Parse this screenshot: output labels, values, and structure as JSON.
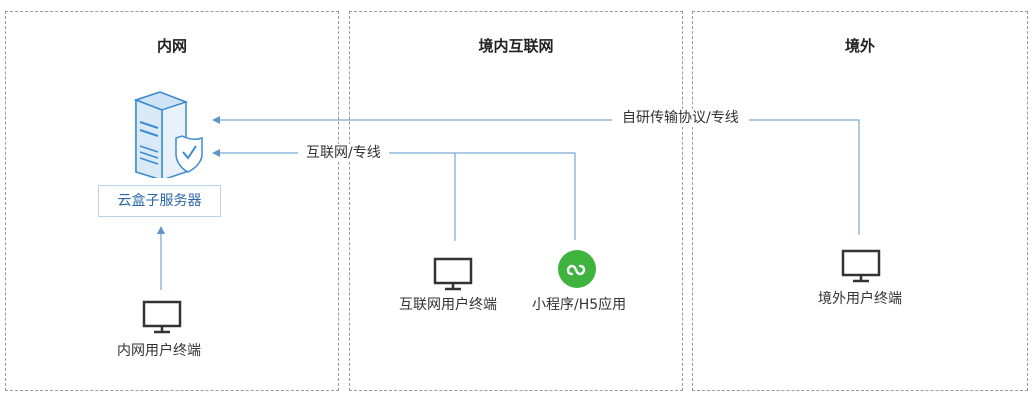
{
  "zones": {
    "intranet": {
      "title": "内网"
    },
    "domestic": {
      "title": "境内互联网"
    },
    "overseas": {
      "title": "境外"
    }
  },
  "server": {
    "label": "云盒子服务器",
    "icon": "server-shield-icon"
  },
  "terminals": {
    "intranet": {
      "label": "内网用户终端",
      "icon": "monitor-icon"
    },
    "internet": {
      "label": "互联网用户终端",
      "icon": "monitor-icon"
    },
    "miniprogram": {
      "label": "小程序/H5应用",
      "icon": "mini-program-icon"
    },
    "overseas": {
      "label": "境外用户终端",
      "icon": "monitor-icon"
    }
  },
  "connections": {
    "overseas": {
      "label": "自研传输协议/专线"
    },
    "internet": {
      "label": "互联网/专线"
    }
  },
  "colors": {
    "line": "#5b95c9",
    "server_blue": "#3b8bd0",
    "mini_program_green": "#3eb33e",
    "monitor": "#333333",
    "border": "#9a9a9a"
  }
}
